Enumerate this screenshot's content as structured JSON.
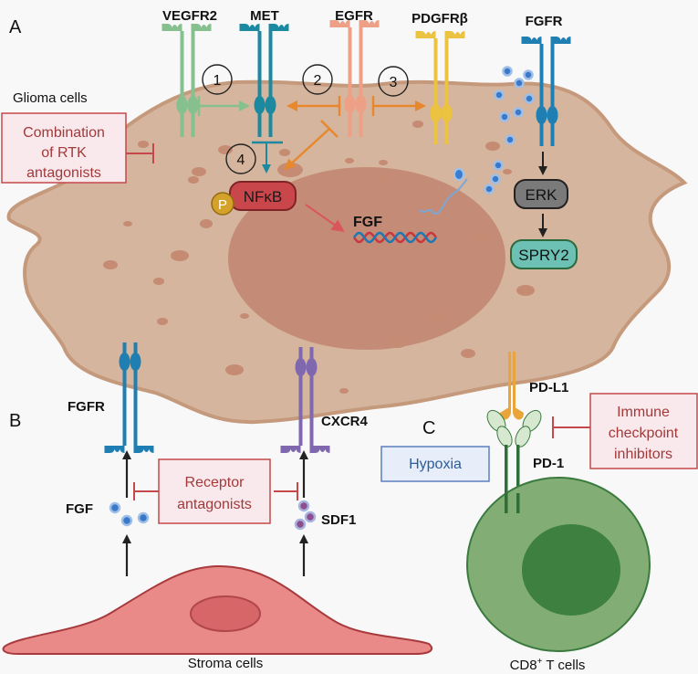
{
  "panels": {
    "a": {
      "letter": "A",
      "cell_label": "Glioma cells",
      "receptors": [
        "VEGFR2",
        "MET",
        "EGFR",
        "PDGFRβ",
        "FGFR"
      ],
      "steps": [
        "1",
        "2",
        "3",
        "4"
      ],
      "nfkb_label": "NFκB",
      "phospho_label": "P",
      "gene_label": "FGF",
      "erk_label": "ERK",
      "spry2_label": "SPRY2",
      "inhibitor_box": [
        "Combination",
        "of RTK",
        "antagonists"
      ]
    },
    "b": {
      "letter": "B",
      "receptor_left": "FGFR",
      "receptor_right": "CXCR4",
      "ligand_left": "FGF",
      "ligand_right": "SDF1",
      "inhibitor_box": [
        "Receptor",
        "antagonists"
      ],
      "cell_label": "Stroma cells"
    },
    "c": {
      "letter": "C",
      "ligand": "PD-L1",
      "receptor": "PD-1",
      "hypoxia_box": "Hypoxia",
      "inhibitor_box": [
        "Immune",
        "checkpoint",
        "inhibitors"
      ],
      "cell_label_main": "CD8",
      "cell_label_sup": "+",
      "cell_label_rest": " T cells"
    }
  },
  "colors": {
    "vegfr2": "#86c08f",
    "met": "#1b8aa0",
    "egfr": "#eea087",
    "pdgfrb": "#ecc341",
    "fgfr": "#1f7fb3",
    "cxcr4": "#7f68ad",
    "pdl1": "#eaa53a",
    "pd1": "#2f6e36",
    "inhibitor": "#c5484a",
    "orange_arrow": "#e8882c"
  }
}
